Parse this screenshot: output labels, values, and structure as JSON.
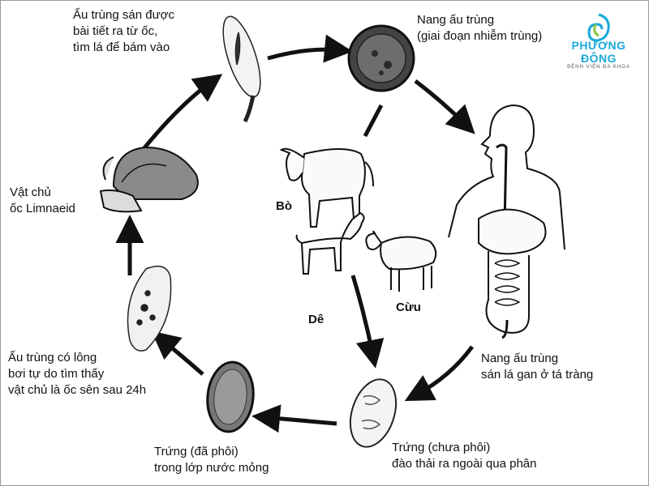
{
  "logo": {
    "name": "PHƯƠNG ĐÔNG",
    "subtitle": "BỆNH VIỆN ĐA KHOA"
  },
  "stages": {
    "cercaria": [
      "Ấu trùng sán được",
      "bài tiết ra từ ốc,",
      "tìm lá để bám vào"
    ],
    "metacercaria": [
      "Nang ấu trùng",
      "(giai đoạn nhiễm trùng)"
    ],
    "duodenum": [
      "Nang ấu trùng",
      "sán lá gan ở tá tràng"
    ],
    "egg_unembryonated": [
      "Trứng (chưa phôi)",
      "đào thải ra ngoài qua phân"
    ],
    "egg_embryonated": [
      "Trứng (đã phôi)",
      "trong lớp nước mỏng"
    ],
    "miracidium": [
      "Ấu trùng có lông",
      "bơi tự do tìm thấy",
      "vật chủ là ốc sên sau 24h"
    ],
    "snail_host": [
      "Vật chủ",
      "ốc Limnaeid"
    ]
  },
  "animals": {
    "cow": "Bò",
    "goat": "Dê",
    "sheep": "Cừu"
  },
  "colors": {
    "ink": "#111111",
    "brand": "#1aa9d8"
  }
}
